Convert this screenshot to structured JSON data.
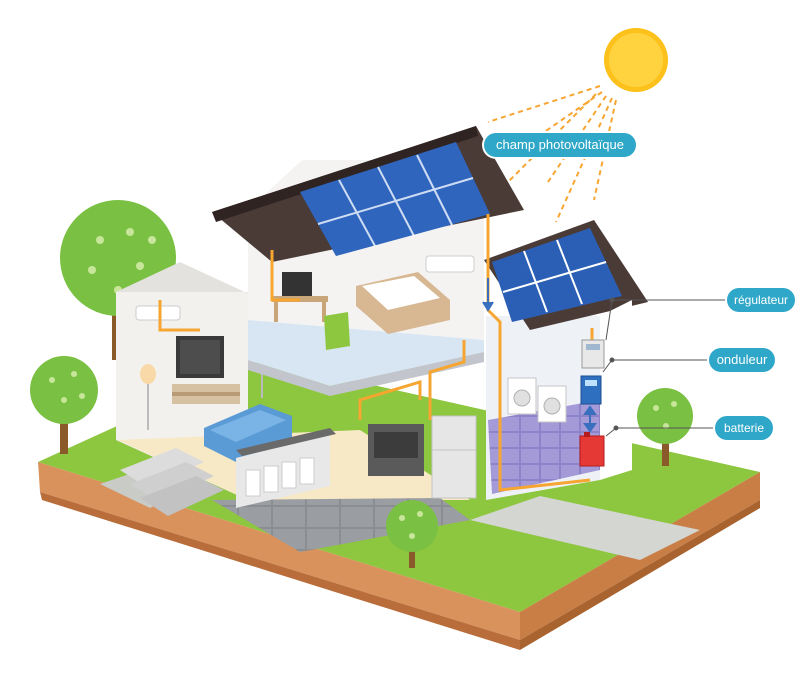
{
  "labels": {
    "pv_field": "champ photovoltaïque",
    "regulator": "régulateur",
    "inverter": "onduleur",
    "battery": "batterie"
  },
  "colors": {
    "sun": "#fcc21b",
    "label_bg": "#2ea7c8",
    "panel": "#2b5fb5",
    "roof": "#4a3b37",
    "grass": "#8dc63f",
    "soil": "#d9925b",
    "wire": "#f7a531"
  }
}
